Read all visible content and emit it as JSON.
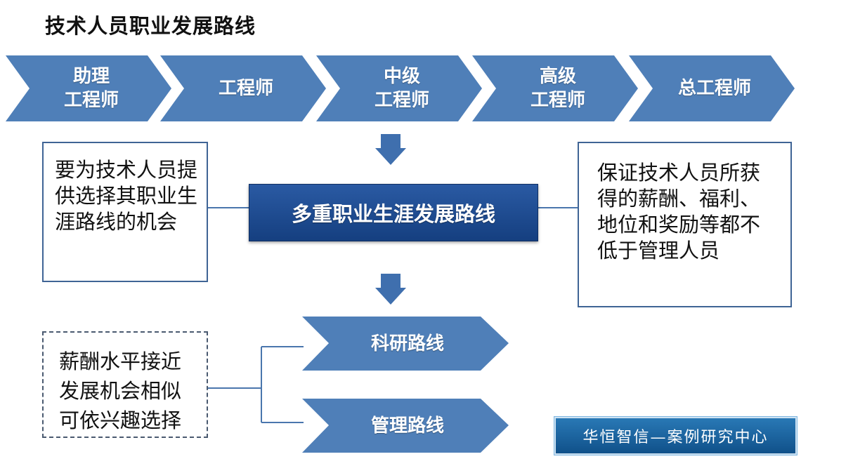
{
  "title": "技术人员职业发展路线",
  "stages": [
    {
      "label": "助理\n工程师"
    },
    {
      "label": "工程师"
    },
    {
      "label": "中级\n工程师"
    },
    {
      "label": "高级\n工程师"
    },
    {
      "label": "总工程师"
    }
  ],
  "left_note": "要为技术人员提供选择其职业生涯路线的机会",
  "center_label": "多重职业生涯发展路线",
  "right_note": "保证技术人员所获得的薪酬、福利、地位和奖励等都不低于管理人员",
  "bottom_note": "薪酬水平接近发展机会相似可依兴趣选择",
  "routes": [
    "科研路线",
    "管理路线"
  ],
  "badge": "华恒智信—案例研究中心",
  "colors": {
    "chevron": "#4f7fb8",
    "line": "#4a76ad",
    "arrow": "#3f6fae",
    "center": "#1d4c93"
  }
}
